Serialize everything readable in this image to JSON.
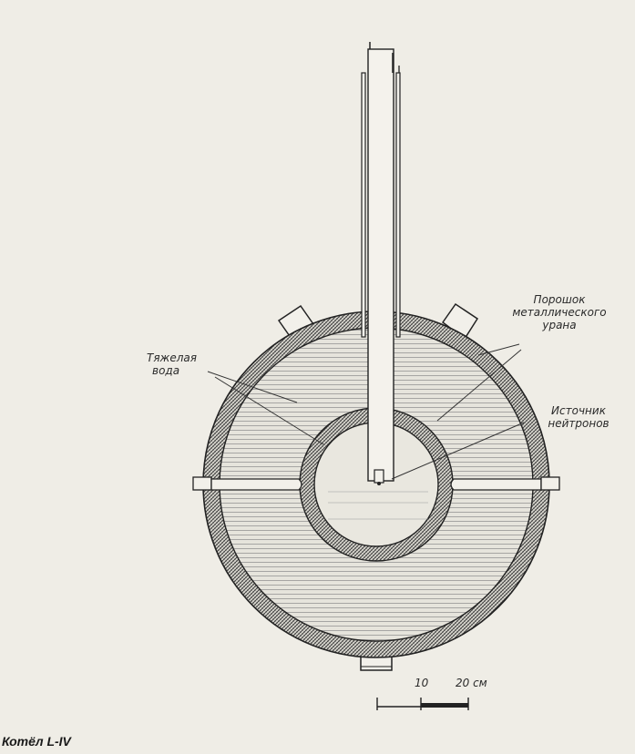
{
  "labels": {
    "uranium_line1": "Порошок",
    "uranium_line2": "металлического",
    "uranium_line3": "урана",
    "water_line1": "Тяжелая",
    "water_line2": "вода",
    "source_line1": "Источник",
    "source_line2": "нейтронов"
  },
  "scale": {
    "tick_10": "10",
    "tick_20": "20 см"
  },
  "caption": "Котёл L-IV",
  "colors": {
    "background": "#efede6",
    "ink": "#2a2a2a",
    "water_line": "#8a8a8a"
  }
}
